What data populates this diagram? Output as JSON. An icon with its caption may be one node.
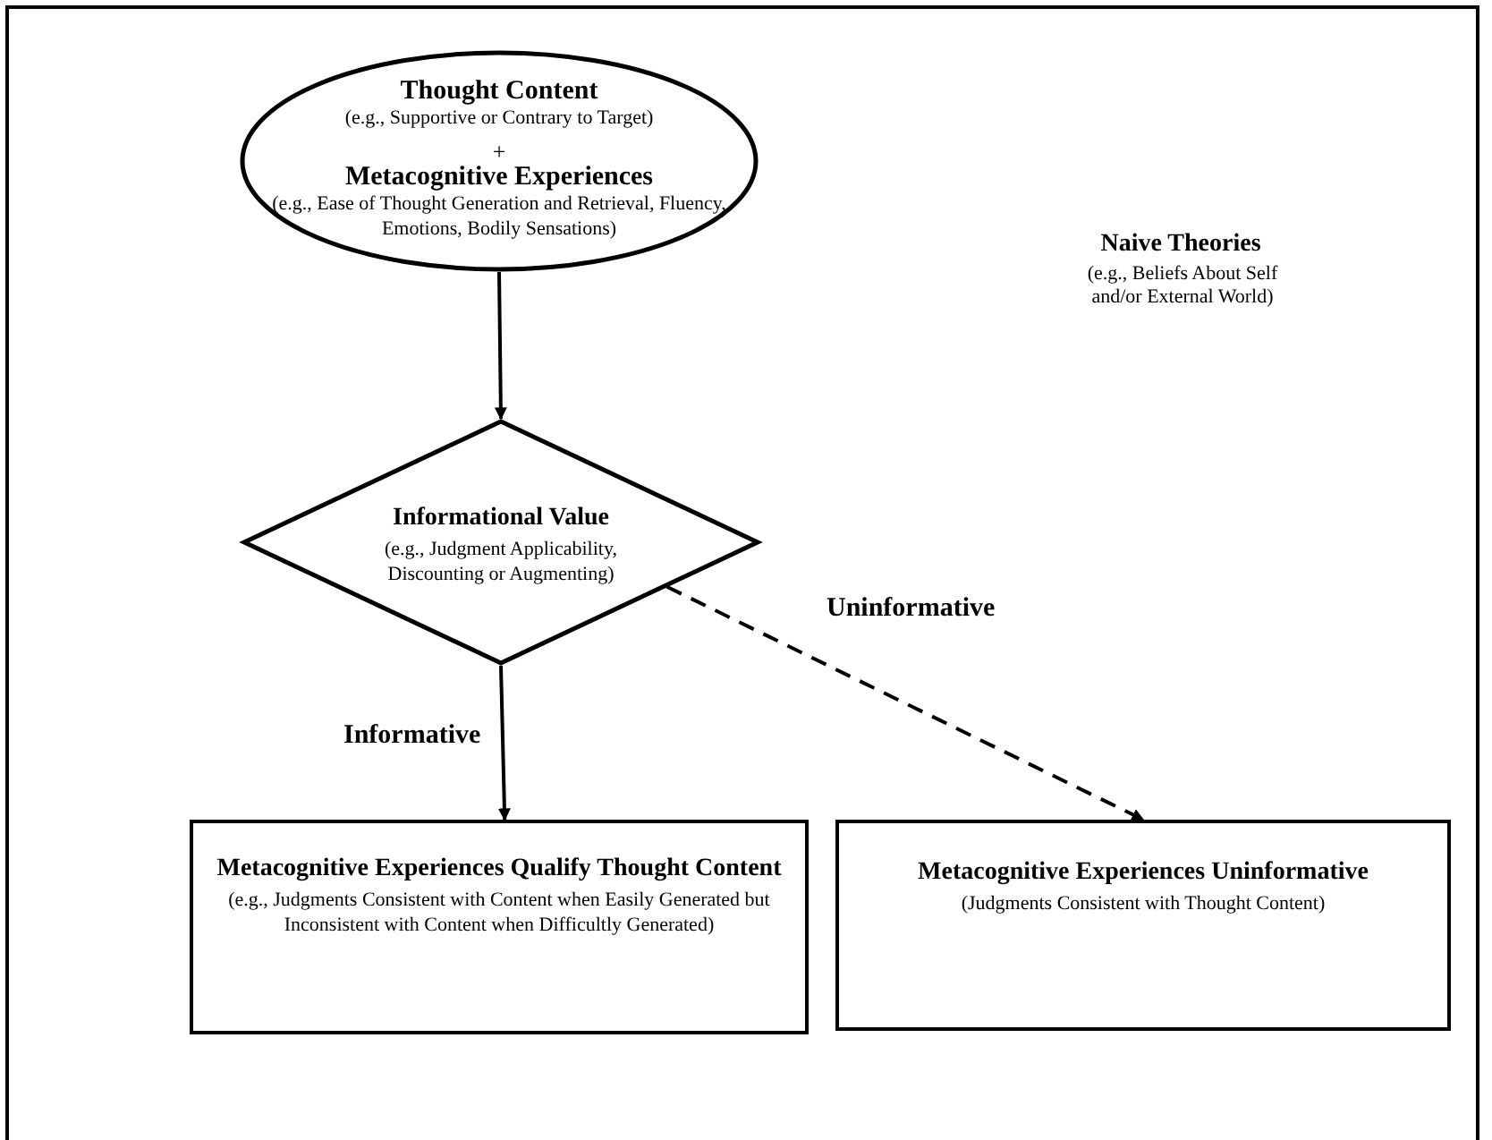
{
  "diagram": {
    "nodes": [
      {
        "text": [
          "Thought Content",
          "(e.g., Supportive or Contrary to Target)",
          "+",
          "Metacognitive Experiences",
          "(e.g., Ease of Thought Generation and Retrieval, Fluency, Emotions, Bodily Sensations)"
        ]
      },
      {
        "text": [
          "Informational Value",
          "(e.g., Judgment Applicability, Discounting or Augmenting)"
        ]
      },
      {
        "text": [
          "Metacognitive Experiences Qualify Thought Content",
          "(e.g., Judgments Consistent with Content when Easily Generated but Inconsistent with Content when Difficultly Generated)"
        ]
      },
      {
        "text": [
          "Metacognitive Experiences Uninformative",
          "(Judgments Consistent with Thought Content)"
        ]
      }
    ],
    "edges": [
      {
        "from": 0,
        "to": 1,
        "arrow": "to"
      },
      {
        "from": 1,
        "to": 2,
        "arrow": "to",
        "label": "Informative"
      },
      {
        "from": 1,
        "to": 3,
        "arrow": "to",
        "label": "Uninformative",
        "style": "dashed"
      }
    ],
    "labels": [
      "Naive Theories",
      "(e.g., Beliefs About Self and/or External World)"
    ]
  }
}
